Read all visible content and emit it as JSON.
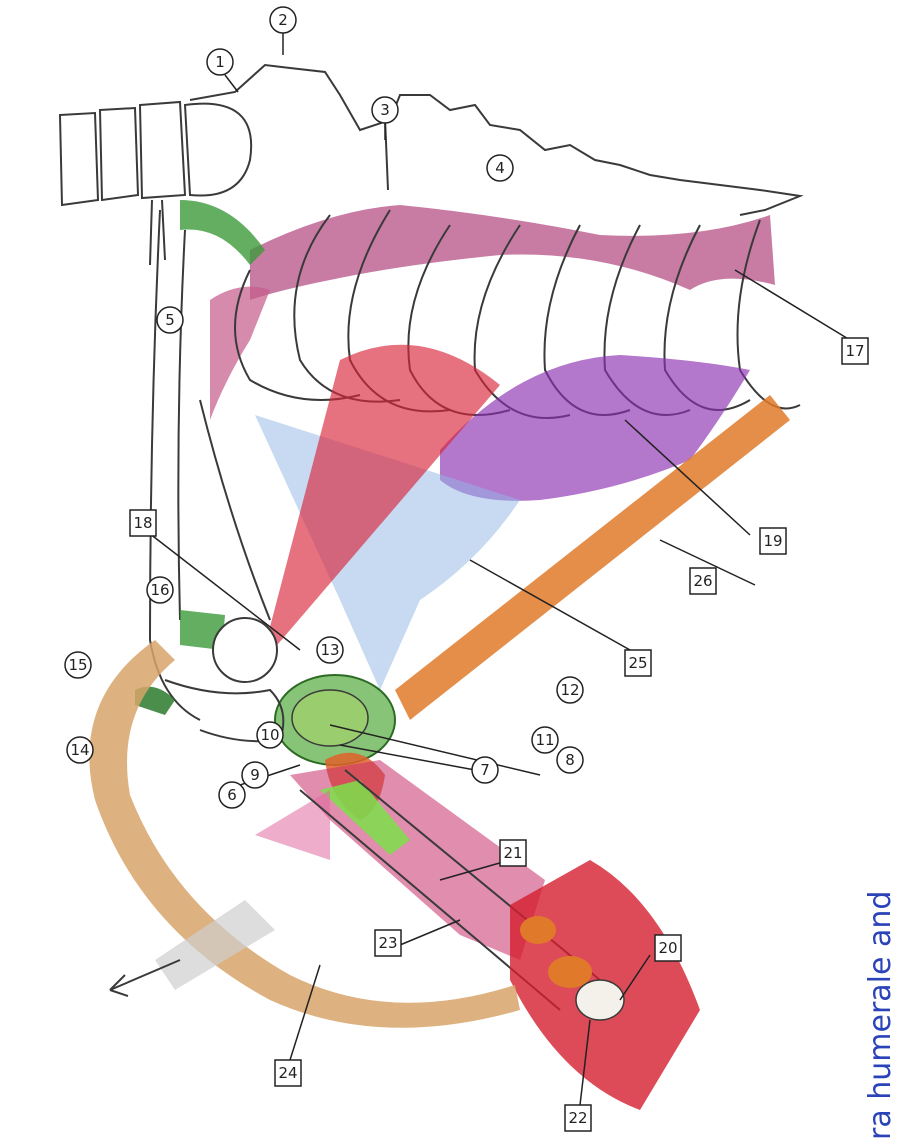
{
  "caption": "ra humerale and",
  "labels": {
    "l1": "1",
    "l2": "2",
    "l3": "3",
    "l4": "4",
    "l5": "5",
    "l6": "6",
    "l7": "7",
    "l8": "8",
    "l9": "9",
    "l10": "10",
    "l11": "11",
    "l12": "12",
    "l13": "13",
    "l14": "14",
    "l15": "15",
    "l16": "16",
    "l17": "17",
    "l18": "18",
    "l19": "19",
    "l20": "20",
    "l21": "21",
    "l22": "22",
    "l23": "23",
    "l24": "24",
    "l25": "25",
    "l26": "26"
  },
  "colors": {
    "outline": "#3a3a3a",
    "trapezius": "#b0457e",
    "serratus": "#8a2fb0",
    "rhomboid": "#d8253a",
    "teres": "#8fb6e6",
    "triceps": "#e07a2a",
    "arm_muscle": "#c9306a",
    "biceps": "#d41e2e",
    "ligament": "#3c9a3a",
    "cartilage": "#e0622a",
    "band": "#d7a46a",
    "caption": "#2a43b8"
  }
}
